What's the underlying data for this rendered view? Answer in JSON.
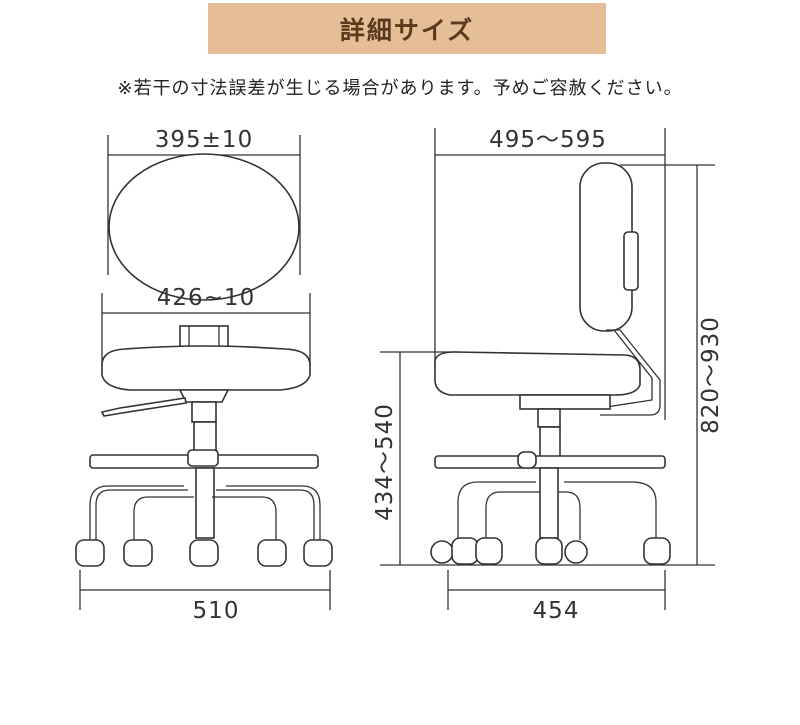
{
  "header": {
    "title": "詳細サイズ"
  },
  "note": "※若干の寸法誤差が生じる場合があります。予めご容赦ください。",
  "front_view": {
    "backrest_width": "395±10",
    "seat_width": "426~10",
    "base_width": "510"
  },
  "side_view": {
    "depth": "495～595",
    "total_height": "820～930",
    "seat_height": "434～540",
    "base_depth": "454"
  },
  "colors": {
    "banner": "#e5bd97",
    "banner_text": "#5a3a1c"
  }
}
